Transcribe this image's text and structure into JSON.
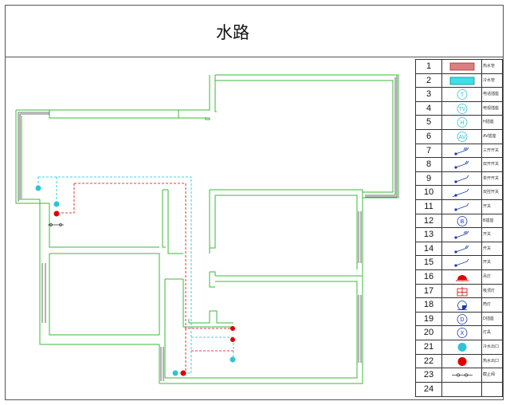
{
  "title": "水路",
  "legend": {
    "numbers": [
      "1",
      "2",
      "3",
      "4",
      "5",
      "6",
      "7",
      "8",
      "9",
      "10",
      "11",
      "12",
      "13",
      "14",
      "15",
      "16",
      "17",
      "18",
      "19",
      "20",
      "21",
      "22",
      "23",
      "24"
    ],
    "symbols": [
      "hot-pipe",
      "cold-pipe",
      "phone-socket",
      "tv-socket",
      "h-socket",
      "av-socket",
      "triple-switch",
      "double-switch",
      "single-switch",
      "dual-control-switch",
      "switch-a",
      "b-socket",
      "switch-b",
      "switch-c",
      "switch-d",
      "lamp-red",
      "lamp-grid",
      "lamp-half",
      "d-socket",
      "x-socket",
      "cold-outlet",
      "hot-outlet",
      "valve",
      "blank"
    ],
    "labels": [
      "热水管",
      "冷水管",
      "电话插座",
      "电视插座",
      "H插座",
      "AV插座",
      "三开开关",
      "双开开关",
      "单开开关",
      "双控开关",
      "开关",
      "B插座",
      "开关",
      "开关",
      "开关",
      "吊灯",
      "吸顶灯",
      "筒灯",
      "D插座",
      "灯具",
      "冷水出口",
      "热水出口",
      "截止阀",
      ""
    ]
  },
  "colors": {
    "wall": "#3ab83a",
    "cold_line": "#00c8d8",
    "hot_line": "#e00000",
    "symbol_blue": "#1a3aaa",
    "symbol_cyan": "#2ec4d4"
  }
}
